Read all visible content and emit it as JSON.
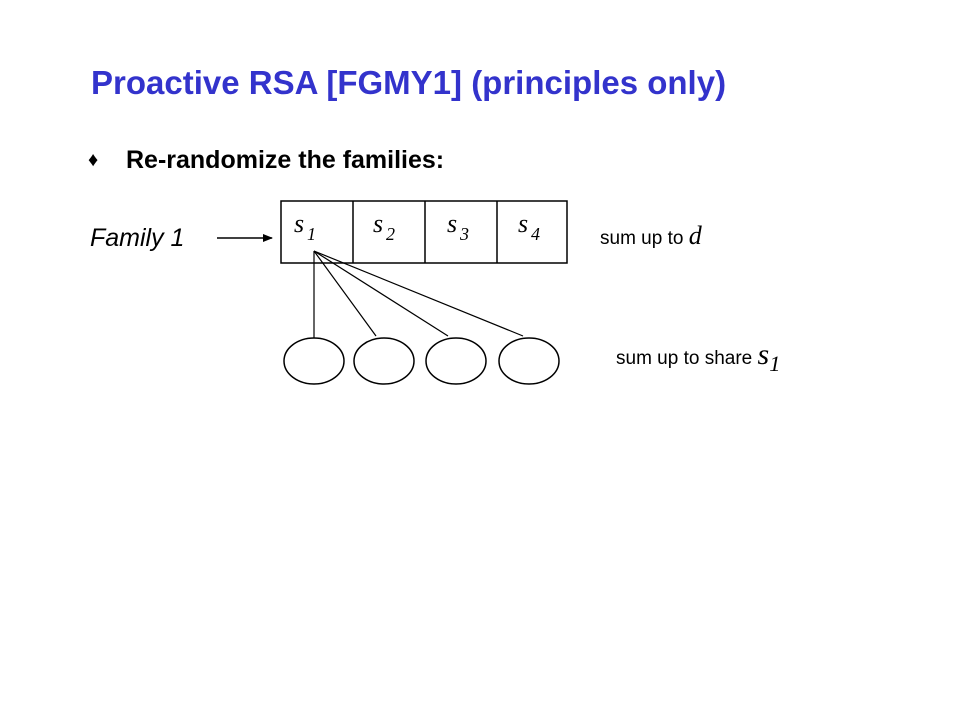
{
  "slide": {
    "title": "Proactive RSA [FGMY1] (principles only)",
    "bullet": {
      "icon": "diamond-bullet-icon",
      "text": "Re-randomize the families:"
    },
    "accent_color": "#3333cc"
  },
  "diagram": {
    "family_label": "Family 1",
    "cells": [
      {
        "var": "s",
        "sub": "1"
      },
      {
        "var": "s",
        "sub": "2"
      },
      {
        "var": "s",
        "sub": "3"
      },
      {
        "var": "s",
        "sub": "4"
      }
    ],
    "note_row": {
      "prefix": "sum up to",
      "var": "d"
    },
    "note_share": {
      "prefix": "sum up to share",
      "var": "s",
      "sub": "1"
    },
    "sub_share_count": 4
  }
}
